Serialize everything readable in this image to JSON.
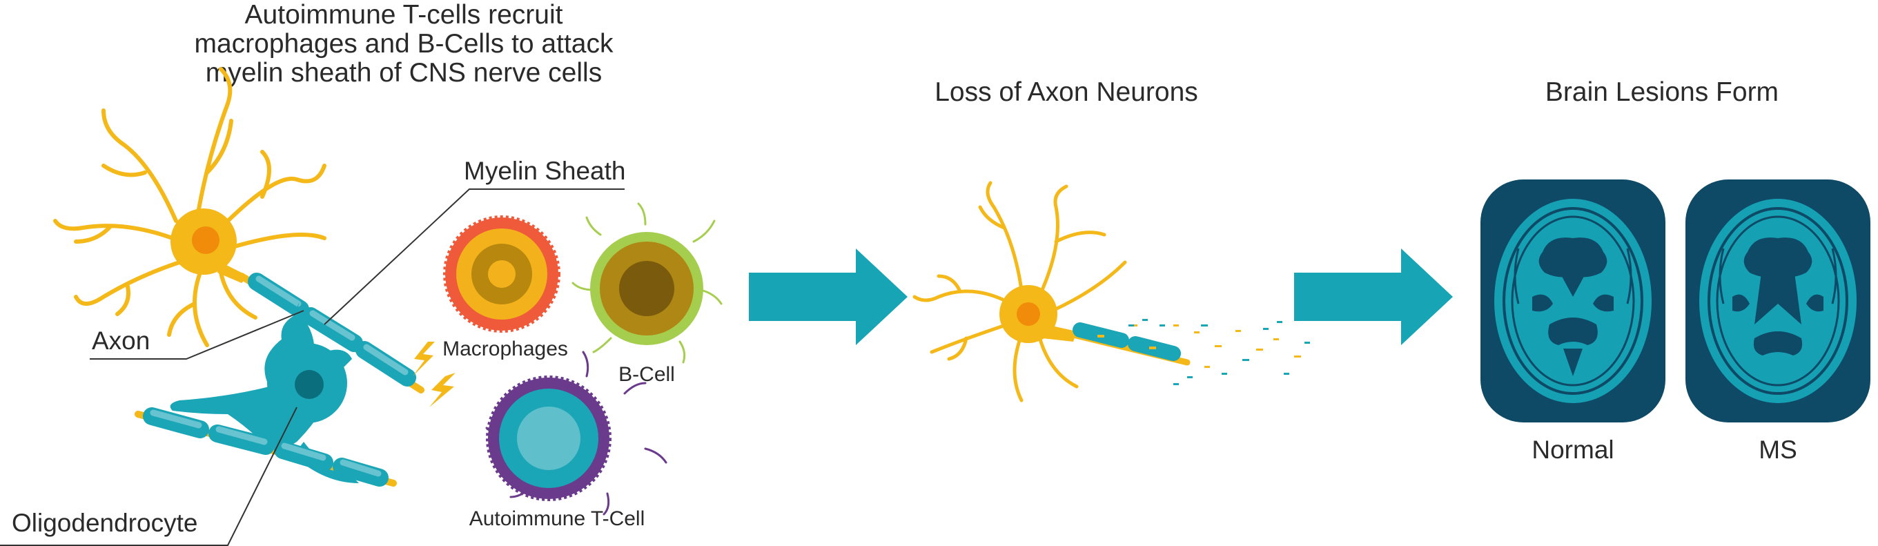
{
  "panels": {
    "attack": {
      "caption_lines": [
        "Autoimmune T-cells recruit",
        "macrophages and B-Cells to attack",
        "myelin sheath of CNS nerve cells"
      ],
      "labels": {
        "myelin": "Myelin Sheath",
        "axon": "Axon",
        "oligo": "Oligodendrocyte",
        "macrophages": "Macrophages",
        "bcell": "B-Cell",
        "tcell": "Autoimmune T-Cell"
      }
    },
    "loss": {
      "caption": "Loss of Axon Neurons"
    },
    "lesions": {
      "caption": "Brain Lesions Form",
      "normal": "Normal",
      "ms": "MS"
    }
  },
  "colors": {
    "neuron": "#F5B819",
    "nucleus": "#F08C0A",
    "myelin": "#1AA6B7",
    "myelin_light": "#67C3CF",
    "arrow": "#17A5B6",
    "brain_bg": "#0E4A66",
    "brain_fill": "#16A0B4",
    "macro_outer": "#EE5A3A",
    "macro_ring": "#F3B21C",
    "macro_core": "#B8870E",
    "bcell_outer": "#A6CE4E",
    "bcell_inner": "#AE8714",
    "bcell_core": "#7A5A0D",
    "tcell_outer": "#6A3A8C",
    "tcell_inner": "#1AA6B7",
    "tcell_core": "#5FBFCB"
  }
}
